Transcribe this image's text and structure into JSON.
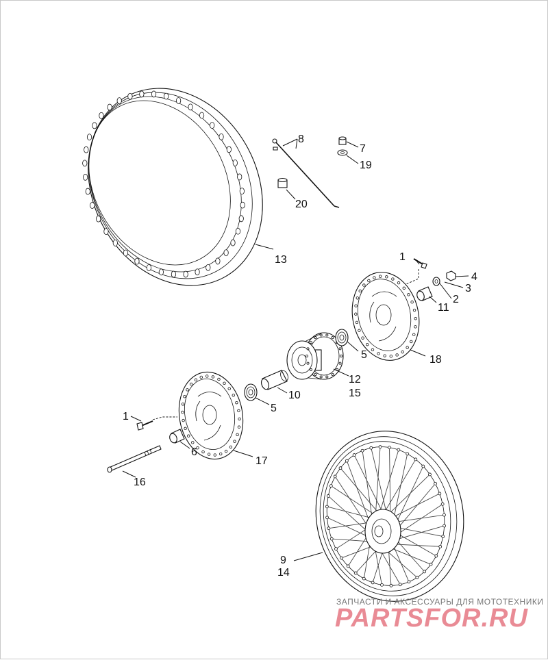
{
  "diagram": {
    "callouts": {
      "c1a": "1",
      "c1b": "1",
      "c2": "2",
      "c3": "3",
      "c4": "4",
      "c5a": "5",
      "c5b": "5",
      "c6": "6",
      "c7": "7",
      "c8": "8",
      "c9": "9",
      "c10": "10",
      "c11": "11",
      "c12": "12",
      "c13": "13",
      "c14": "14",
      "c15": "15",
      "c16": "16",
      "c17": "17",
      "c18": "18",
      "c19": "19",
      "c20": "20"
    }
  },
  "watermark": {
    "tagline": "ЗАПЧАСТИ И АКСЕССУАРЫ ДЛЯ МОТОТЕХНИКИ",
    "brand": "PARTSFOR.RU",
    "brand_color": "#e98b95"
  }
}
